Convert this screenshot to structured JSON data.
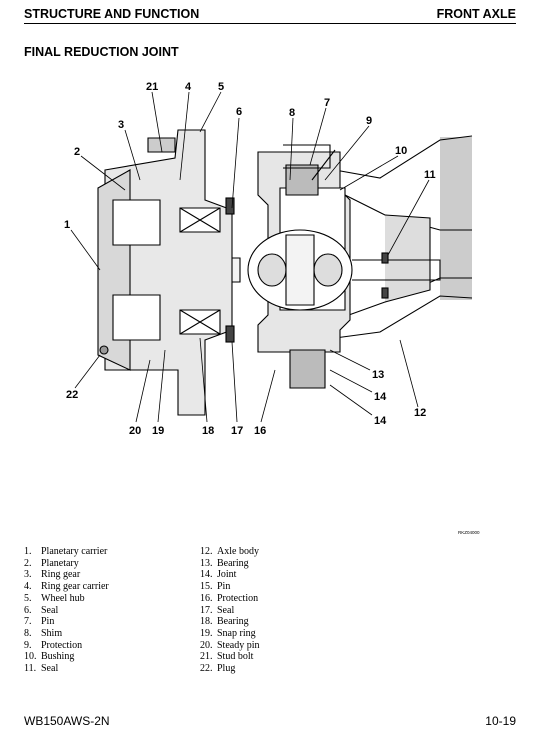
{
  "header": {
    "left": "STRUCTURE AND FUNCTION",
    "right": "FRONT AXLE"
  },
  "section_title": "FINAL REDUCTION JOINT",
  "drawing_code": "RKZ04000",
  "callouts": [
    "21",
    "4",
    "5",
    "6",
    "3",
    "2",
    "8",
    "7",
    "9",
    "10",
    "11",
    "1",
    "22",
    "13",
    "14",
    "14",
    "12",
    "20",
    "19",
    "18",
    "17",
    "16"
  ],
  "legend_left": [
    {
      "num": "1.",
      "label": "Planetary carrier"
    },
    {
      "num": "2.",
      "label": "Planetary"
    },
    {
      "num": "3.",
      "label": "Ring gear"
    },
    {
      "num": "4.",
      "label": "Ring gear carrier"
    },
    {
      "num": "5.",
      "label": "Wheel hub"
    },
    {
      "num": "6.",
      "label": "Seal"
    },
    {
      "num": "7.",
      "label": "Pin"
    },
    {
      "num": "8.",
      "label": "Shim"
    },
    {
      "num": "9.",
      "label": "Protection"
    },
    {
      "num": "10.",
      "label": "Bushing"
    },
    {
      "num": "11.",
      "label": "Seal"
    }
  ],
  "legend_right": [
    {
      "num": "12.",
      "label": "Axle body"
    },
    {
      "num": "13.",
      "label": "Bearing"
    },
    {
      "num": "14.",
      "label": "Joint"
    },
    {
      "num": "15.",
      "label": "Pin"
    },
    {
      "num": "16.",
      "label": "Protection"
    },
    {
      "num": "17.",
      "label": "Seal"
    },
    {
      "num": "18.",
      "label": "Bearing"
    },
    {
      "num": "19.",
      "label": "Snap ring"
    },
    {
      "num": "20.",
      "label": "Steady pin"
    },
    {
      "num": "21.",
      "label": "Stud bolt"
    },
    {
      "num": "22.",
      "label": "Plug"
    }
  ],
  "footer": {
    "model": "WB150AWS-2N",
    "page": "10-19"
  }
}
